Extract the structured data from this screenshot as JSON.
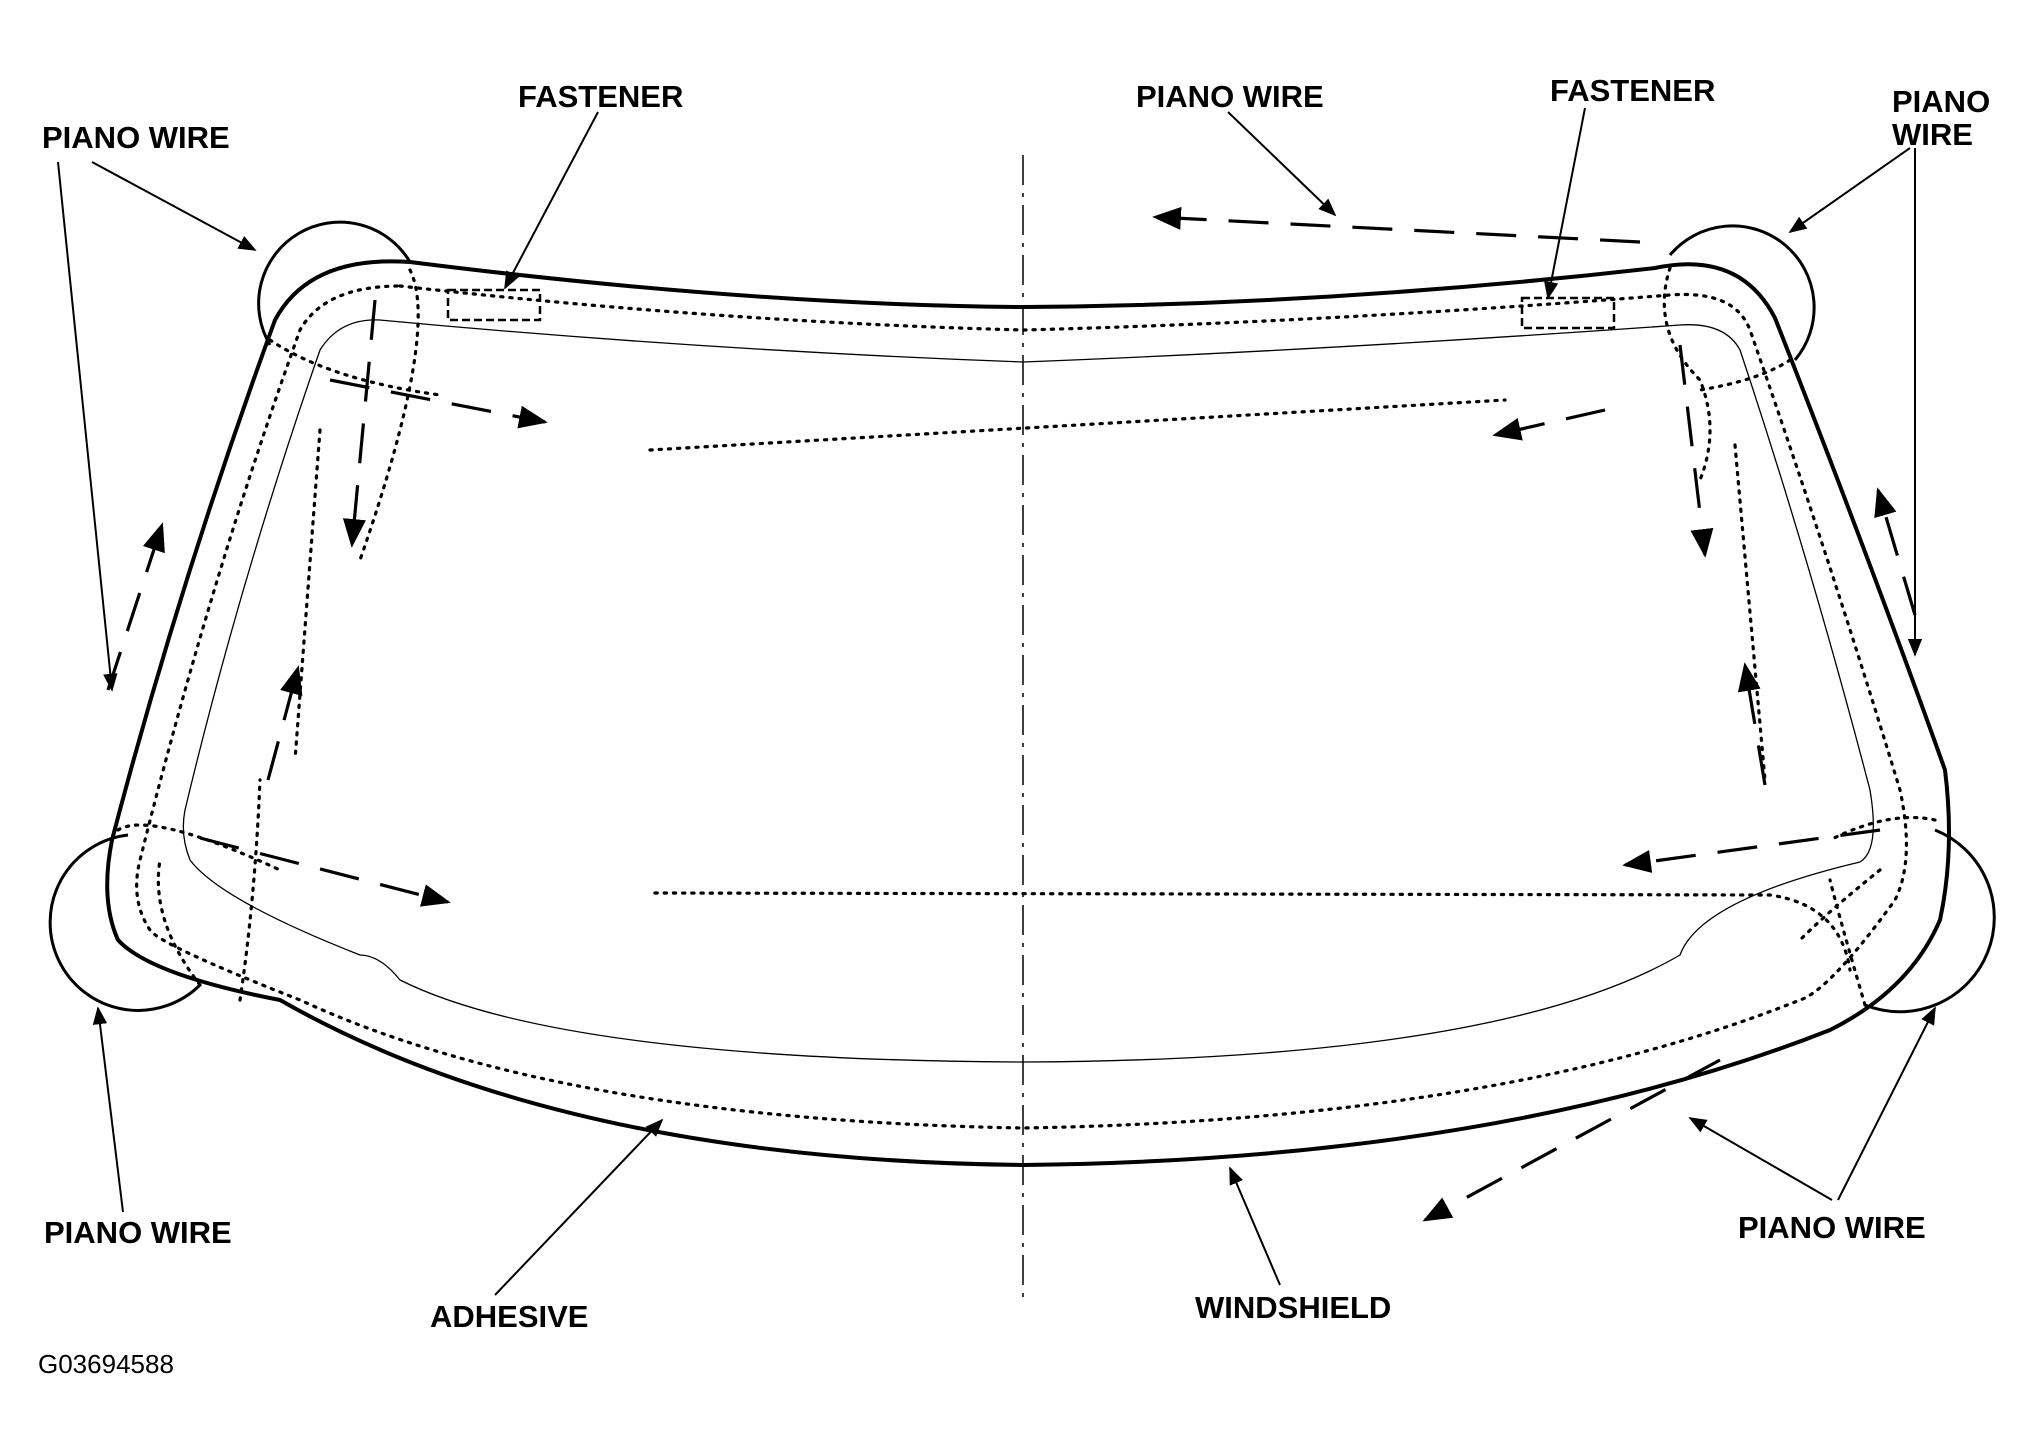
{
  "diagram": {
    "labels": {
      "piano_wire_top_left": "PIANO WIRE",
      "fastener_left": "FASTENER",
      "piano_wire_top_center": "PIANO WIRE",
      "fastener_right": "FASTENER",
      "piano_wire_top_right_line1": "PIANO",
      "piano_wire_top_right_line2": "WIRE",
      "piano_wire_bottom_left": "PIANO WIRE",
      "adhesive": "ADHESIVE",
      "windshield": "WINDSHIELD",
      "piano_wire_bottom_right": "PIANO WIRE"
    },
    "figure_code": "G03694588"
  }
}
